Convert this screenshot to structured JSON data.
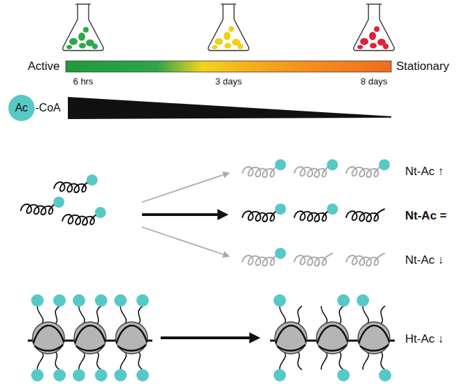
{
  "diagram": {
    "nodes": [
      {
        "text": [
          "Ac"
        ]
      }
    ],
    "labels": [
      "Active",
      "Stationary",
      "6 hrs",
      "3 days",
      "8 days",
      "-CoA",
      "Nt-Ac ↑",
      "Nt-Ac =",
      "Nt-Ac ↓",
      "Ht-Ac ↓"
    ]
  }
}
